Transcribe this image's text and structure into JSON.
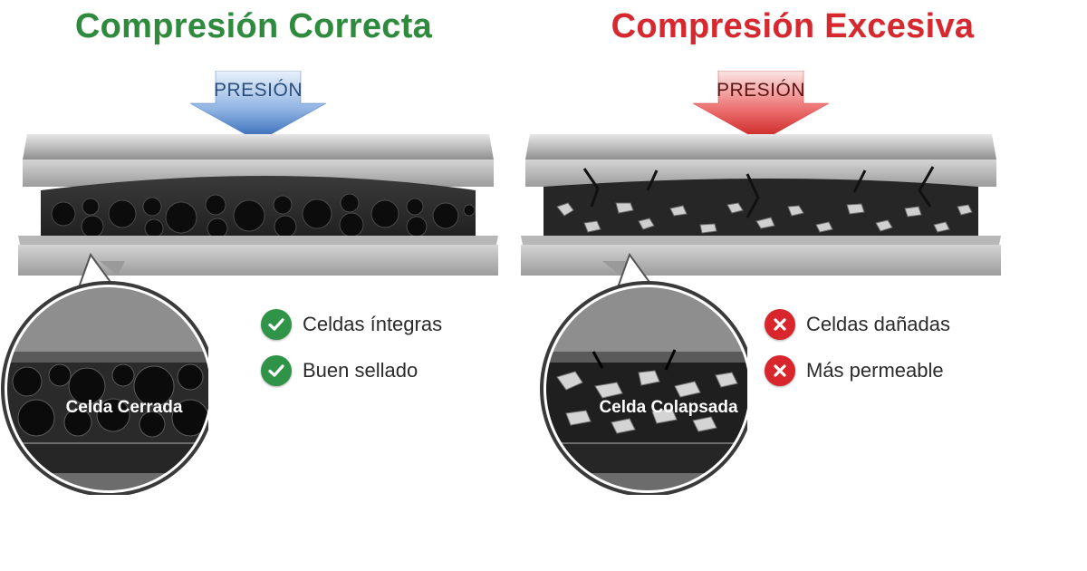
{
  "colors": {
    "correct_accent": "#2e8b3e",
    "excessive_accent": "#d6282e",
    "correct_arrow": "#4f83c9",
    "excessive_arrow": "#e23a3a",
    "plate": "#c9c9c9",
    "foam": "#2c2c2c"
  },
  "panels": [
    {
      "title": "Compresión Correcta",
      "arrow_label": "PRESIÓN",
      "zoom_label": "Celda Cerrada",
      "points": [
        {
          "icon": "check-icon",
          "text": "Celdas íntegras"
        },
        {
          "icon": "check-icon",
          "text": "Buen sellado"
        }
      ]
    },
    {
      "title": "Compresión Excesiva",
      "arrow_label": "PRESIÓN",
      "zoom_label": "Celda Colapsada",
      "points": [
        {
          "icon": "cross-icon",
          "text": "Celdas dañadas"
        },
        {
          "icon": "cross-icon",
          "text": "Más permeable"
        }
      ]
    }
  ]
}
